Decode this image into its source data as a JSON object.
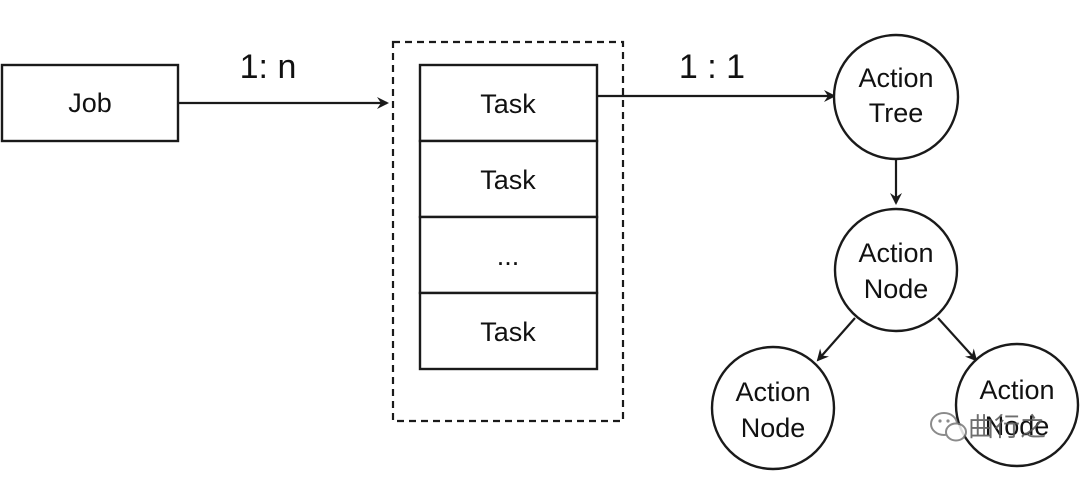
{
  "job": {
    "label": "Job"
  },
  "tasks": [
    "Task",
    "Task",
    "...",
    "Task"
  ],
  "edges": {
    "job_to_tasks": "1: n",
    "task_to_tree": "1 : 1"
  },
  "nodes": {
    "root": [
      "Action",
      "Tree"
    ],
    "mid": [
      "Action",
      "Node"
    ],
    "left_child": [
      "Action",
      "Node"
    ],
    "right_child": [
      "Action",
      "Node"
    ]
  },
  "watermark": {
    "text": "曲行之",
    "icon": "wechat-icon"
  },
  "colors": {
    "stroke": "#1a1a1a",
    "background": "#ffffff"
  }
}
